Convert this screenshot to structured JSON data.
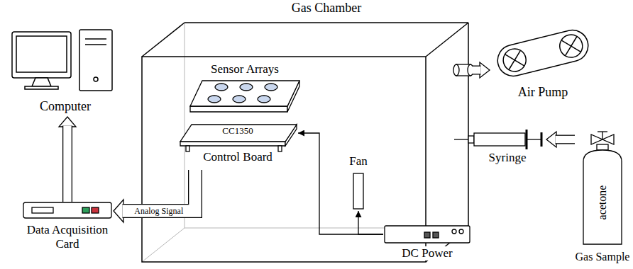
{
  "diagram": {
    "nodes": [
      {
        "text": [
          "Gas Chamber"
        ]
      },
      {
        "text": [
          "Sensor Arrays"
        ],
        "in": 0
      },
      {
        "text": [
          "CC1350",
          "Control Board"
        ],
        "in": 0
      },
      {
        "text": [
          "Fan"
        ],
        "in": 0
      },
      {
        "text": [
          "Computer"
        ]
      },
      {
        "text": [
          "Data Acquisition Card"
        ]
      },
      {
        "text": [
          "DC Power"
        ]
      },
      {
        "text": [
          "Air Pump"
        ]
      },
      {
        "text": [
          "Syringe"
        ]
      },
      {
        "text": [
          "acetone",
          "Gas Sample"
        ]
      }
    ],
    "edges": [
      {
        "from": 2,
        "to": 5,
        "label": "Analog Signal",
        "arrow": "to"
      },
      {
        "from": 5,
        "to": 4,
        "arrow": "to"
      },
      {
        "from": 0,
        "to": 7,
        "arrow": "to"
      },
      {
        "from": 9,
        "to": 8,
        "arrow": "to"
      },
      {
        "from": 6,
        "to": 2,
        "arrow": "to"
      },
      {
        "from": 6,
        "to": 3,
        "arrow": "to"
      }
    ]
  }
}
